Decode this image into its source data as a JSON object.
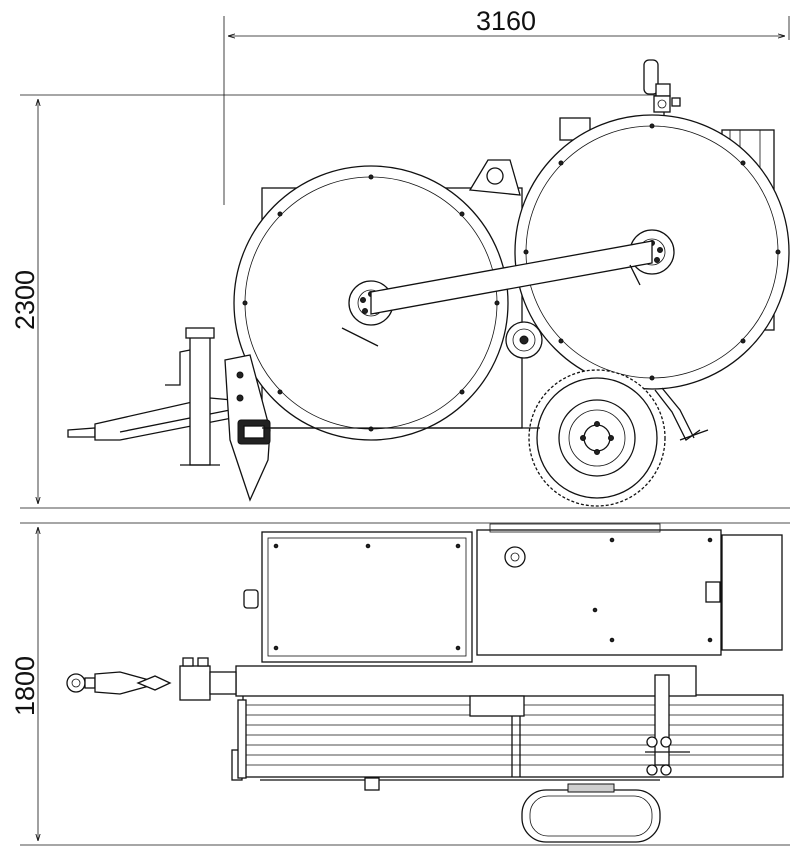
{
  "dimensions": {
    "length": "3160",
    "height": "2300",
    "width": "1800"
  }
}
